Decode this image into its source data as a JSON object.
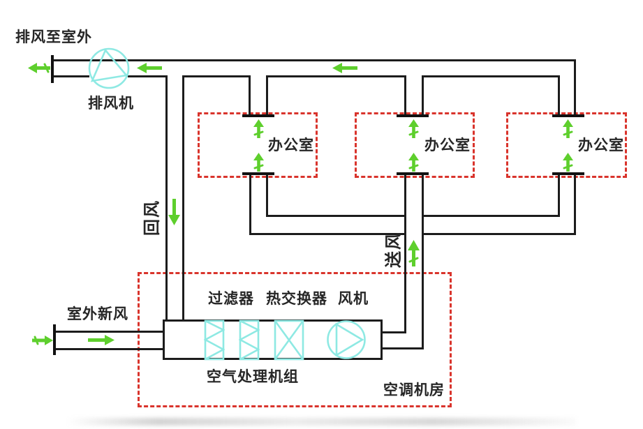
{
  "diagram": {
    "type": "hvac-central-air-conditioning-schematic",
    "labels": {
      "exhaust_to_outdoor": "排风至室外",
      "exhaust_fan": "排风机",
      "return_air": "回风",
      "supply_air": "送风",
      "outdoor_fresh_air": "室外新风",
      "filter": "过滤器",
      "heat_exchanger": "热交换器",
      "supply_fan": "风机",
      "air_handling_unit": "空气处理机组",
      "ac_machine_room": "空调机房"
    },
    "offices": [
      {
        "label": "办公室"
      },
      {
        "label": "办公室"
      },
      {
        "label": "办公室"
      }
    ],
    "colors": {
      "duct_line": "#1c1c1c",
      "zone_dashed_red": "#d9342c",
      "equipment_cyan": "#8ee9e3",
      "flow_green": "#5ecf2d",
      "text": "#262626",
      "background": "#ffffff"
    },
    "flow": {
      "arrow_color": "#5ecf2d",
      "arrows": [
        {
          "name": "exhaust-outlet-arrow",
          "direction": "left"
        },
        {
          "name": "exhaust-duct-arrow",
          "direction": "left"
        },
        {
          "name": "return-main-duct-arrow",
          "direction": "left"
        },
        {
          "name": "return-riser-arrow",
          "direction": "down"
        },
        {
          "name": "supply-riser-arrow",
          "direction": "up"
        },
        {
          "name": "office-1-return-vent-arrow",
          "direction": "up"
        },
        {
          "name": "office-1-supply-vent-arrow",
          "direction": "up"
        },
        {
          "name": "office-2-return-vent-arrow",
          "direction": "up"
        },
        {
          "name": "office-2-supply-vent-arrow",
          "direction": "up"
        },
        {
          "name": "office-3-return-vent-arrow",
          "direction": "up"
        },
        {
          "name": "office-3-supply-vent-arrow",
          "direction": "up"
        },
        {
          "name": "fresh-air-inlet-arrow",
          "direction": "right"
        },
        {
          "name": "fresh-air-duct-arrow",
          "direction": "right"
        }
      ]
    }
  }
}
